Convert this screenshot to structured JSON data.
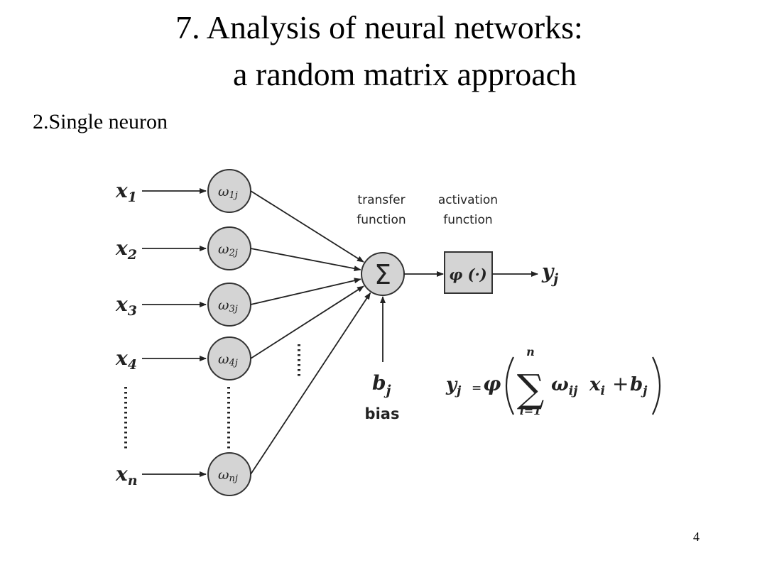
{
  "slide": {
    "title_line_1": "7. Analysis of neural networks:",
    "title_line_2": "a random matrix approach",
    "subtitle": "2.Single neuron",
    "page_number": "4"
  },
  "diagram": {
    "inputs": [
      {
        "base": "x",
        "sub": "1"
      },
      {
        "base": "x",
        "sub": "2"
      },
      {
        "base": "x",
        "sub": "3"
      },
      {
        "base": "x",
        "sub": "4"
      },
      {
        "base": "x",
        "sub": "n"
      }
    ],
    "weights": [
      {
        "base": "ω",
        "sub": "1j"
      },
      {
        "base": "ω",
        "sub": "2j"
      },
      {
        "base": "ω",
        "sub": "3j"
      },
      {
        "base": "ω",
        "sub": "4j"
      },
      {
        "base": "ω",
        "sub": "nj"
      }
    ],
    "sum_symbol": "Σ",
    "transfer_label_1": "transfer",
    "transfer_label_2": "function",
    "activation_label_1": "activation",
    "activation_label_2": "function",
    "activation_symbol": "φ (·)",
    "output": {
      "base": "y",
      "sub": "j"
    },
    "bias": {
      "base": "b",
      "sub": "j",
      "label": "bias"
    },
    "formula": {
      "lhs_base": "y",
      "lhs_sub": "j",
      "equals": "=",
      "phi": "φ",
      "sum": "∑",
      "sum_upper": "n",
      "sum_lower": "i=1",
      "weight_base": "ω",
      "weight_sub": "ij",
      "x_base": "x",
      "x_sub": "i",
      "plus": "+",
      "b_base": "b",
      "b_sub": "j"
    }
  }
}
